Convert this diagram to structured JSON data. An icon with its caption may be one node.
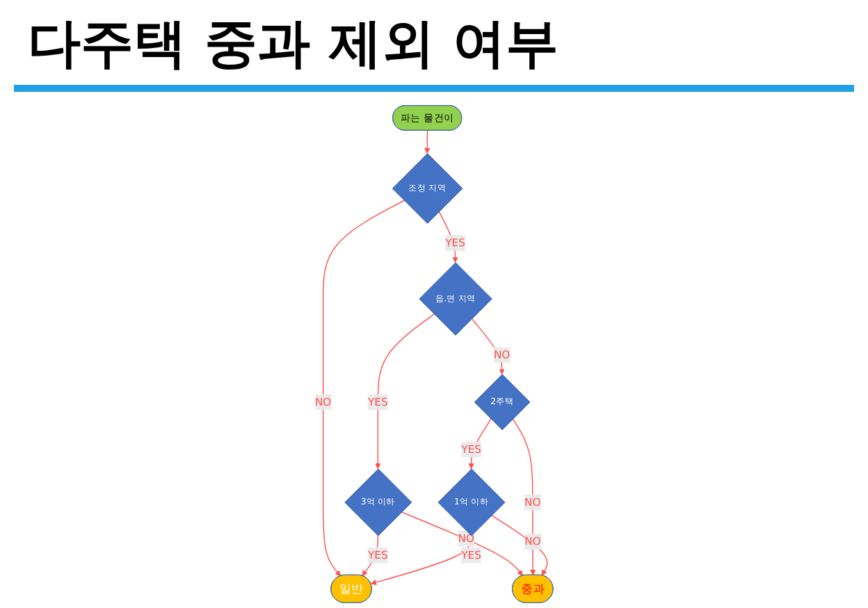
{
  "diagram": {
    "title": "다주택 중과 제외 여부",
    "nodes": [
      {
        "text": [
          "파는 물건이"
        ]
      },
      {
        "text": [
          "조정 지역"
        ]
      },
      {
        "text": [
          "일반"
        ]
      },
      {
        "text": [
          "읍.면 지역"
        ]
      },
      {
        "text": [
          "3억 이하"
        ]
      },
      {
        "text": [
          "중과"
        ]
      },
      {
        "text": [
          "2주택"
        ]
      },
      {
        "text": [
          "1억 이하"
        ]
      }
    ],
    "edges": [
      {
        "from": 0,
        "to": 1,
        "arrow": "to"
      },
      {
        "from": 1,
        "to": 2,
        "arrow": "to",
        "label": "NO"
      },
      {
        "from": 1,
        "to": 3,
        "arrow": "to",
        "label": "YES"
      },
      {
        "from": 3,
        "to": 4,
        "arrow": "to",
        "label": "YES"
      },
      {
        "from": 4,
        "to": 2,
        "arrow": "to",
        "label": "YES"
      },
      {
        "from": 4,
        "to": 5,
        "arrow": "to",
        "label": "NO"
      },
      {
        "from": 3,
        "to": 6,
        "arrow": "to",
        "label": "NO"
      },
      {
        "from": 6,
        "to": 5,
        "arrow": "to",
        "label": "NO"
      },
      {
        "from": 6,
        "to": 7,
        "arrow": "to",
        "label": "YES"
      },
      {
        "from": 7,
        "to": 5,
        "arrow": "to",
        "label": "NO"
      },
      {
        "from": 7,
        "to": 2,
        "arrow": "to",
        "label": "YES"
      }
    ]
  }
}
